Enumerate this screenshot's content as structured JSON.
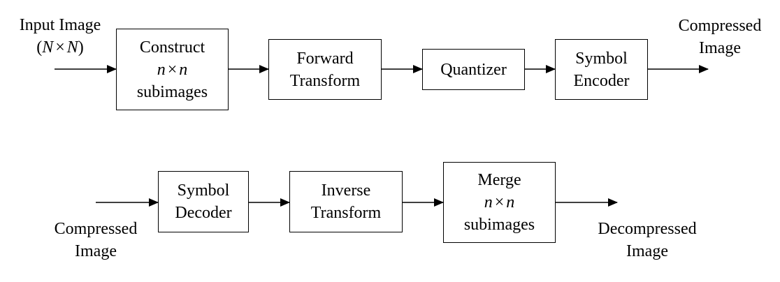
{
  "encoder": {
    "input_label": [
      "Input Image"
    ],
    "input_dims": {
      "open": "(",
      "left": "N",
      "times": "×",
      "right": "N",
      "close": ")"
    },
    "construct": {
      "line1": "Construct",
      "dims": {
        "left": "n",
        "times": "×",
        "right": "n"
      },
      "line3": "subimages"
    },
    "forward_transform": [
      "Forward",
      "Transform"
    ],
    "quantizer": [
      "Quantizer"
    ],
    "symbol_encoder": [
      "Symbol",
      "Encoder"
    ],
    "output_label": [
      "Compressed",
      "Image"
    ]
  },
  "decoder": {
    "input_label": [
      "Compressed",
      "Image"
    ],
    "symbol_decoder": [
      "Symbol",
      "Decoder"
    ],
    "inverse_transform": [
      "Inverse",
      "Transform"
    ],
    "merge": {
      "line1": "Merge",
      "dims": {
        "left": "n",
        "times": "×",
        "right": "n"
      },
      "line3": "subimages"
    },
    "output_label": [
      "Decompressed",
      "Image"
    ]
  }
}
